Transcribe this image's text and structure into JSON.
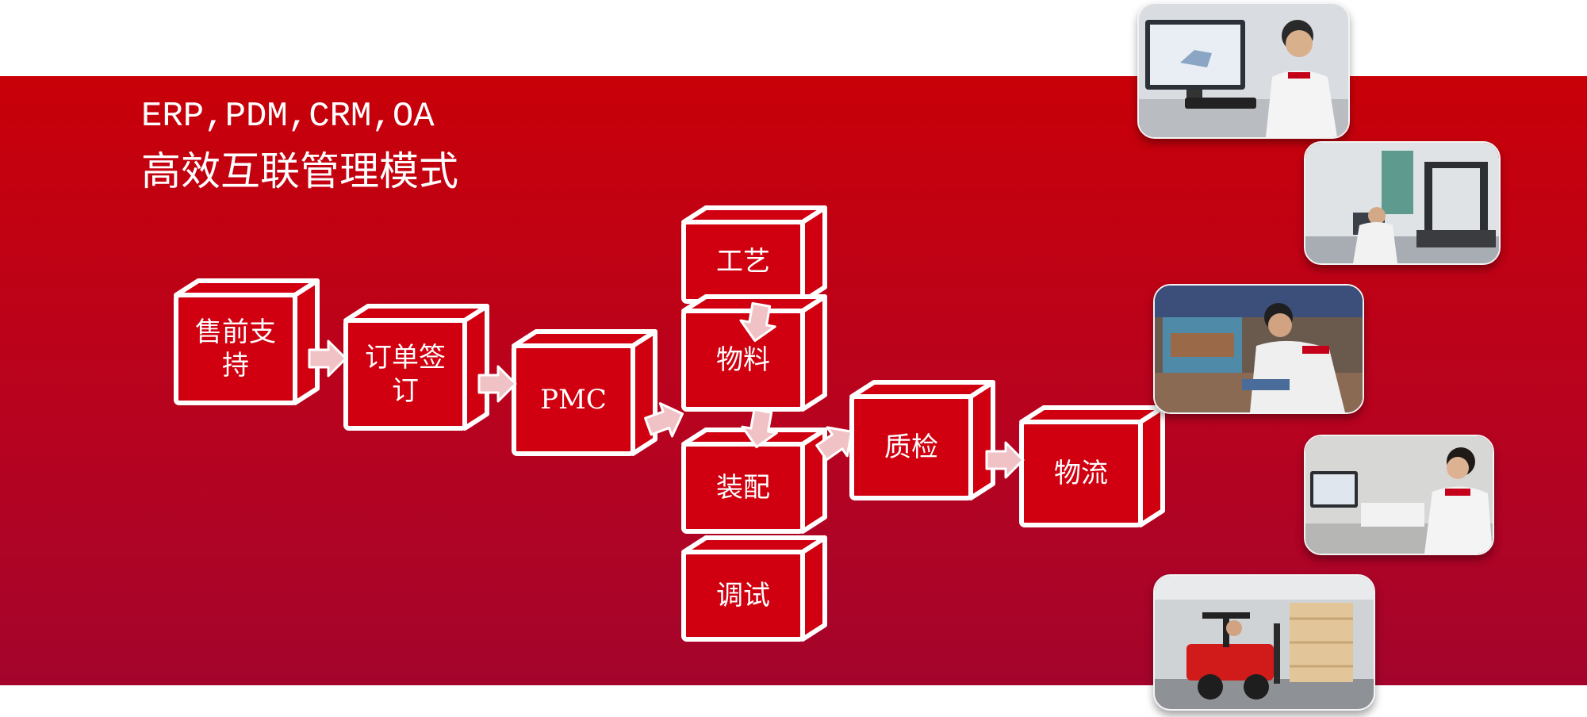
{
  "header": {
    "line1": "ERP,PDM,CRM,OA",
    "line2": "高效互联管理模式"
  },
  "colors": {
    "band_top": "#c80008",
    "band_bottom": "#a4042c",
    "box_fill": "#d00010",
    "box_outline": "#ffffff",
    "arrow_fill": "#f0c2c6"
  },
  "process": {
    "presales": "售前支\n持",
    "order_signing": "订单签\n订",
    "pmc": "PMC",
    "process_tech": "工艺",
    "materials": "物料",
    "assembly": "装配",
    "commissioning": "调试",
    "quality_check": "质检",
    "logistics": "物流"
  }
}
